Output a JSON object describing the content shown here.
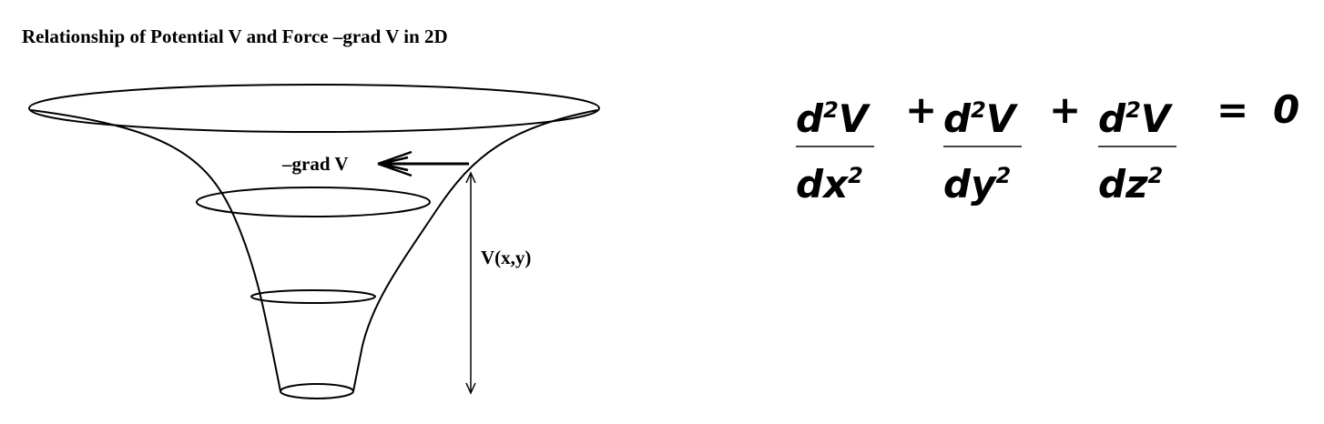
{
  "title": "Relationship of Potential V and Force –grad V in 2D",
  "diagram": {
    "arrow_label": "–grad V",
    "height_label": "V(x,y)"
  },
  "equation": {
    "term1": {
      "num_base": "d",
      "num_exp": "2",
      "num_var": "V",
      "den_base": "dx",
      "den_exp": "2"
    },
    "op1": "+",
    "term2": {
      "num_base": "d",
      "num_exp": "2",
      "num_var": "V",
      "den_base": "dy",
      "den_exp": "2"
    },
    "op2": "+",
    "term3": {
      "num_base": "d",
      "num_exp": "2",
      "num_var": "V",
      "den_base": "dz",
      "den_exp": "2"
    },
    "equals": "=",
    "rhs": "0"
  }
}
